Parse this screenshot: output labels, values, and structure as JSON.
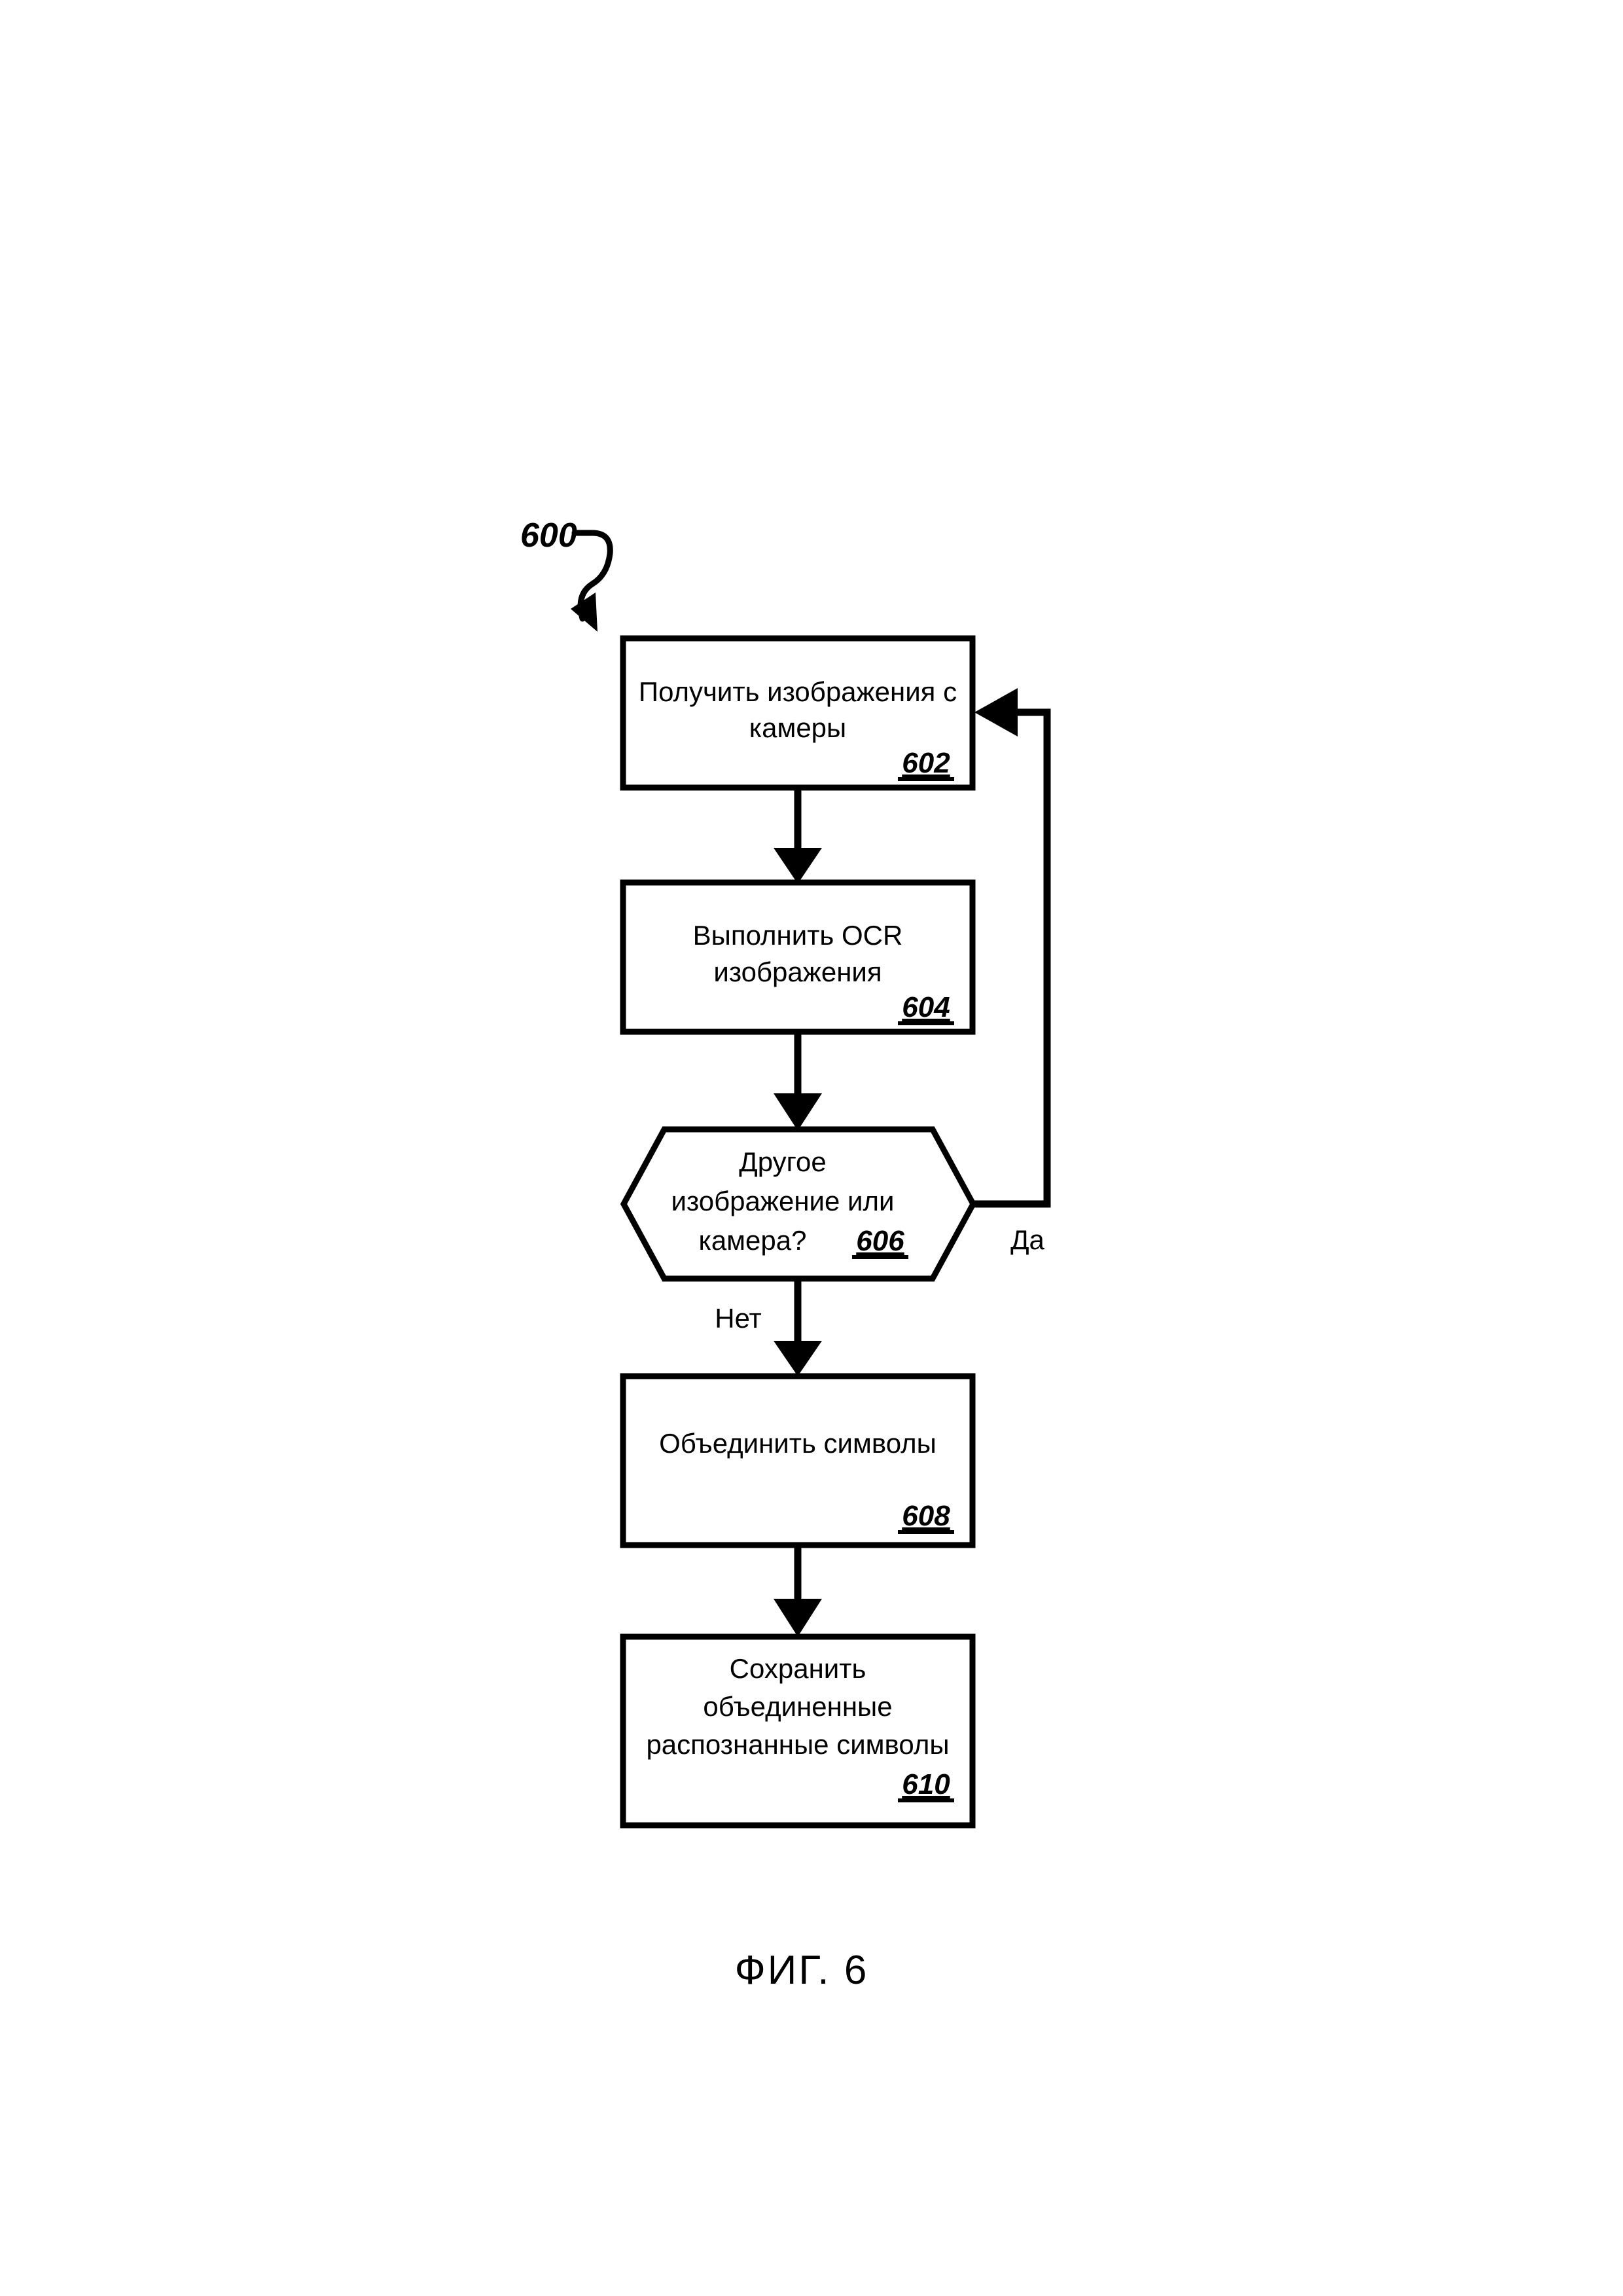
{
  "figure": {
    "caption": "ФИГ. 6",
    "process_label": "600"
  },
  "diagram": {
    "type": "flowchart",
    "orientation": "vertical",
    "nodes": [
      {
        "id": "602",
        "shape": "rectangle",
        "ref": "602",
        "lines": [
          "Получить изображения с",
          "камеры"
        ]
      },
      {
        "id": "604",
        "shape": "rectangle",
        "ref": "604",
        "lines": [
          "Выполнить OCR",
          "изображения"
        ]
      },
      {
        "id": "606",
        "shape": "hexagon",
        "ref": "606",
        "lines": [
          "Другое",
          "изображение или",
          "камера?"
        ]
      },
      {
        "id": "608",
        "shape": "rectangle",
        "ref": "608",
        "lines": [
          "Объединить символы"
        ]
      },
      {
        "id": "610",
        "shape": "rectangle",
        "ref": "610",
        "lines": [
          "Сохранить",
          "объединенные",
          "распознанные символы"
        ]
      }
    ],
    "edges": [
      {
        "from": "602",
        "to": "604",
        "label": ""
      },
      {
        "from": "604",
        "to": "606",
        "label": ""
      },
      {
        "from": "606",
        "to": "602",
        "label": "Да"
      },
      {
        "from": "606",
        "to": "608",
        "label": "Нет"
      },
      {
        "from": "608",
        "to": "610",
        "label": ""
      }
    ],
    "edge_labels": {
      "yes": "Да",
      "no": "Нет"
    }
  },
  "colors": {
    "ink": "#000000",
    "paper": "#ffffff"
  }
}
